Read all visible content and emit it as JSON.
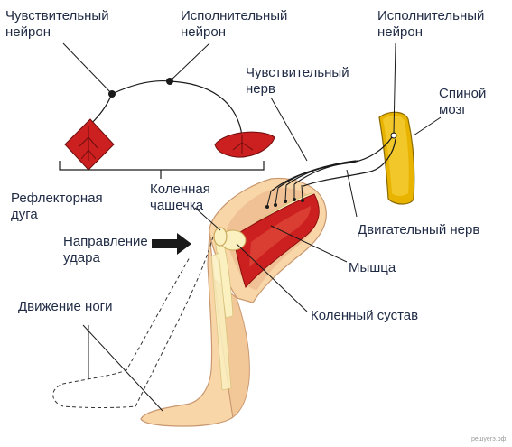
{
  "labels": {
    "sensory_neuron": [
      "Чувствительный",
      "нейрон"
    ],
    "executive_neuron": [
      "Исполнительный",
      "нейрон"
    ],
    "executive_neuron_spinal": [
      "Исполнительный",
      "нейрон"
    ],
    "sensory_nerve": [
      "Чувствительный",
      "нерв"
    ],
    "spinal_cord": [
      "Спиной",
      "мозг"
    ],
    "reflex_arc": [
      "Рефлекторная",
      "дуга"
    ],
    "kneecap": [
      "Коленная",
      "чашечка"
    ],
    "motor_nerve": "Двигательный  нерв",
    "strike_direction": [
      "Направление",
      "удара"
    ],
    "muscle": "Мышца",
    "leg_movement": "Движение ноги",
    "knee_joint": "Коленный  сустав"
  },
  "watermark": "решуегэ.рф",
  "colors": {
    "label_text": "#1f2a44",
    "muscle_red": "#cc1f1f",
    "skin": "#f8d6a8",
    "skin_dark": "#e9b98a",
    "bone": "#fbf0c0",
    "spinal_cord": "#e8b400"
  }
}
